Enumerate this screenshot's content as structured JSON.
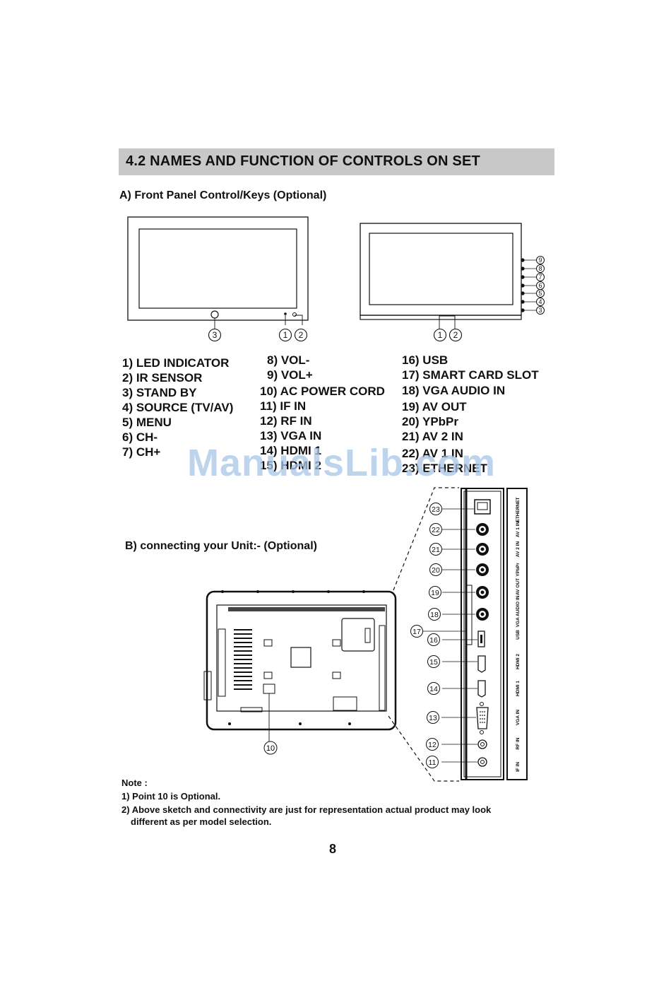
{
  "heading": "4.2  NAMES AND FUNCTION OF CONTROLS ON SET",
  "section_a": "A) Front Panel Control/Keys (Optional)",
  "section_b": "B) connecting your Unit:- (Optional)",
  "watermark": "ManualsLib.com",
  "items_col1": [
    "1)  LED INDICATOR",
    "2)  IR SENSOR",
    "3)  STAND BY",
    "4)  SOURCE (TV/AV)",
    "5)  MENU",
    "6)  CH-",
    "7)  CH+"
  ],
  "items_col2": [
    "8)  VOL-",
    "9)  VOL+",
    "10)  AC POWER CORD",
    "11)  IF IN",
    "12)  RF IN",
    "13)  VGA IN",
    "14)  HDMI 1",
    "15)  HDMI 2"
  ],
  "items_col3": [
    "16)  USB",
    "17)  SMART CARD SLOT",
    "18)  VGA AUDIO IN",
    "19)  AV OUT",
    "20)  YPbPr",
    "21)  AV 2 IN",
    "22)  AV 1 IN",
    "23)  ETHERNET"
  ],
  "port_labels": [
    "ETHERNET",
    "AV 1 IN",
    "AV 2 IN",
    "YPbPr",
    "AV OUT",
    "VGA AUDIO IN",
    "USB",
    "HDMI 2",
    "HDMI 1",
    "VGA IN",
    "RF IN",
    "IF IN"
  ],
  "front_callouts_left": [
    "3",
    "1",
    "2"
  ],
  "front_callouts_right": [
    "1",
    "2"
  ],
  "side_callouts": [
    "9",
    "8",
    "7",
    "6",
    "5",
    "4",
    "3"
  ],
  "port_callouts": [
    "23",
    "22",
    "21",
    "20",
    "19",
    "18",
    "17",
    "16",
    "15",
    "14",
    "13",
    "12",
    "11"
  ],
  "back_callout": "10",
  "note": {
    "title": "Note :",
    "line1": "1) Point 10 is Optional.",
    "line2a": "2) Above sketch and connectivity are just for representation actual product may look",
    "line2b": "different as per model selection."
  },
  "page_number": "8"
}
